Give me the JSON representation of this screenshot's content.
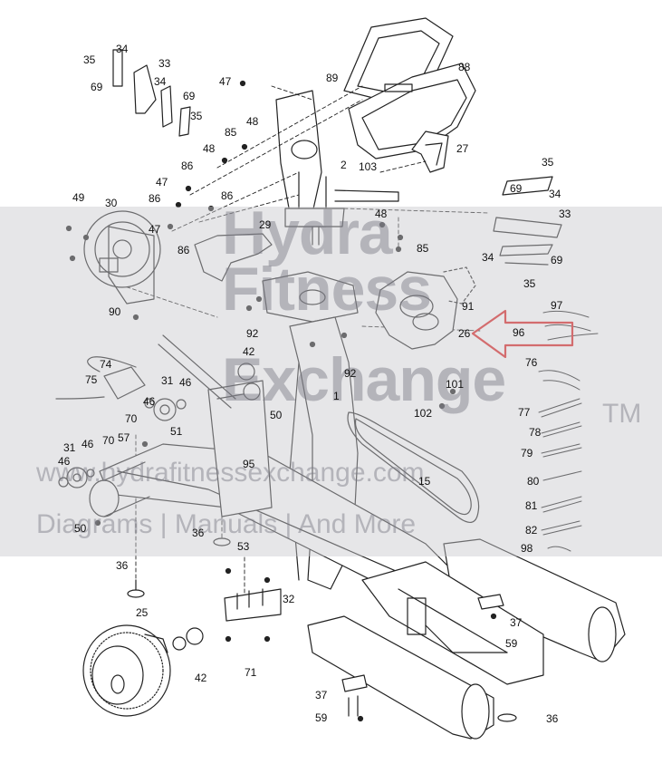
{
  "watermark": {
    "brand_line1": "Hydra",
    "brand_line2": "Fitness",
    "brand_line3": "Exchange",
    "trademark": "TM",
    "website": "www.hydrafitnessexchange.com",
    "tagline": "Diagrams | Manuals | And More"
  },
  "callouts": [
    {
      "id": "c1",
      "label": "35"
    },
    {
      "id": "c2",
      "label": "34"
    },
    {
      "id": "c3",
      "label": "33"
    },
    {
      "id": "c4",
      "label": "69"
    },
    {
      "id": "c5",
      "label": "34"
    },
    {
      "id": "c6",
      "label": "69"
    },
    {
      "id": "c7",
      "label": "35"
    },
    {
      "id": "c8",
      "label": "47"
    },
    {
      "id": "c9",
      "label": "89"
    },
    {
      "id": "c10",
      "label": "88"
    },
    {
      "id": "c11",
      "label": "85"
    },
    {
      "id": "c12",
      "label": "48"
    },
    {
      "id": "c13",
      "label": "48"
    },
    {
      "id": "c14",
      "label": "2"
    },
    {
      "id": "c15",
      "label": "103"
    },
    {
      "id": "c16",
      "label": "27"
    },
    {
      "id": "c17",
      "label": "86"
    },
    {
      "id": "c18",
      "label": "47"
    },
    {
      "id": "c19",
      "label": "86"
    },
    {
      "id": "c20",
      "label": "86"
    },
    {
      "id": "c21",
      "label": "47"
    },
    {
      "id": "c22",
      "label": "86"
    },
    {
      "id": "c23",
      "label": "49"
    },
    {
      "id": "c24",
      "label": "30"
    },
    {
      "id": "c25",
      "label": "29"
    },
    {
      "id": "c26",
      "label": "48"
    },
    {
      "id": "c27",
      "label": "85"
    },
    {
      "id": "c28",
      "label": "35"
    },
    {
      "id": "c29",
      "label": "69"
    },
    {
      "id": "c30",
      "label": "34"
    },
    {
      "id": "c31",
      "label": "33"
    },
    {
      "id": "c32",
      "label": "34"
    },
    {
      "id": "c33",
      "label": "69"
    },
    {
      "id": "c34",
      "label": "35"
    },
    {
      "id": "c35",
      "label": "91"
    },
    {
      "id": "c36",
      "label": "97"
    },
    {
      "id": "c37",
      "label": "90"
    },
    {
      "id": "c38",
      "label": "92"
    },
    {
      "id": "c39",
      "label": "26"
    },
    {
      "id": "c40",
      "label": "96"
    },
    {
      "id": "c41",
      "label": "74"
    },
    {
      "id": "c42",
      "label": "42"
    },
    {
      "id": "c43",
      "label": "92"
    },
    {
      "id": "c44",
      "label": "75"
    },
    {
      "id": "c45",
      "label": "31"
    },
    {
      "id": "c46",
      "label": "46"
    },
    {
      "id": "c47",
      "label": "1"
    },
    {
      "id": "c48",
      "label": "76"
    },
    {
      "id": "c49",
      "label": "101"
    },
    {
      "id": "c50",
      "label": "102"
    },
    {
      "id": "c51",
      "label": "46"
    },
    {
      "id": "c52",
      "label": "70"
    },
    {
      "id": "c53",
      "label": "50"
    },
    {
      "id": "c54",
      "label": "77"
    },
    {
      "id": "c55",
      "label": "78"
    },
    {
      "id": "c56",
      "label": "57"
    },
    {
      "id": "c57",
      "label": "51"
    },
    {
      "id": "c58",
      "label": "31"
    },
    {
      "id": "c59",
      "label": "46"
    },
    {
      "id": "c60",
      "label": "70"
    },
    {
      "id": "c61",
      "label": "79"
    },
    {
      "id": "c62",
      "label": "46"
    },
    {
      "id": "c63",
      "label": "95"
    },
    {
      "id": "c64",
      "label": "15"
    },
    {
      "id": "c65",
      "label": "80"
    },
    {
      "id": "c66",
      "label": "50"
    },
    {
      "id": "c67",
      "label": "81"
    },
    {
      "id": "c68",
      "label": "36"
    },
    {
      "id": "c69",
      "label": "82"
    },
    {
      "id": "c70",
      "label": "98"
    },
    {
      "id": "c71",
      "label": "53"
    },
    {
      "id": "c72",
      "label": "36"
    },
    {
      "id": "c73",
      "label": "32"
    },
    {
      "id": "c74",
      "label": "25"
    },
    {
      "id": "c75",
      "label": "37"
    },
    {
      "id": "c76",
      "label": "59"
    },
    {
      "id": "c77",
      "label": "42"
    },
    {
      "id": "c78",
      "label": "71"
    },
    {
      "id": "c79",
      "label": "37"
    },
    {
      "id": "c80",
      "label": "59"
    },
    {
      "id": "c81",
      "label": "36"
    }
  ]
}
